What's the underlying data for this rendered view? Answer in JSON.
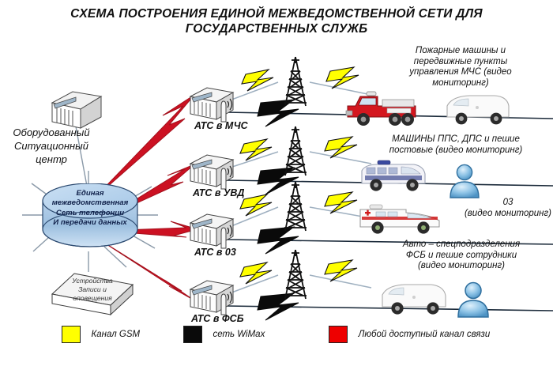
{
  "title": {
    "line1": "СХЕМА ПОСТРОЕНИЯ ЕДИНОЙ   МЕЖВЕДОМСТВЕННОЙ СЕТИ  ДЛЯ",
    "line2": "ГОСУДАРСТВЕННЫХ СЛУЖБ"
  },
  "situation_center": {
    "line1": "Оборудованный",
    "line2": "Ситуационный",
    "line3": "центр"
  },
  "core": {
    "line1": "Единая",
    "line2": "межведомственная",
    "line3": "Сеть телефонии",
    "line4": "И передачи данных"
  },
  "recorder": {
    "line1": "Устройства",
    "line2": "Записи и",
    "line3": "оповещения"
  },
  "exchanges": [
    {
      "label": "АТС в МЧС"
    },
    {
      "label": "АТС в УВД"
    },
    {
      "label": "АТС в 03"
    },
    {
      "label": "АТС в ФСБ"
    }
  ],
  "endpoints": [
    {
      "lines": [
        "Пожарные машины и",
        "передвижные пункты",
        "управления МЧС (видео",
        "мониторинг)"
      ],
      "vehicles": [
        "fire-truck",
        "white-van"
      ]
    },
    {
      "lines": [
        "МАШИНЫ ППС, ДПС и пешие",
        "постовые (видео мониторинг)"
      ],
      "vehicles": [
        "police-van",
        "person"
      ]
    },
    {
      "lines": [
        "03",
        "(видео мониторинг)"
      ],
      "vehicles": [
        "ambulance"
      ]
    },
    {
      "lines": [
        "Авто – спецподразделения",
        "ФСБ и пешие сотрудники",
        "(видео мониторинг)"
      ],
      "vehicles": [
        "white-van",
        "person"
      ]
    }
  ],
  "legend": [
    {
      "label": "Канал GSM",
      "color": "#ffff00"
    },
    {
      "label": "сеть WiMax",
      "color": "#0a0a0a"
    },
    {
      "label": "Любой доступный канал связи",
      "color": "#ee0000"
    }
  ],
  "colors": {
    "gsm": "#ffff00",
    "wimax": "#0a0a0a",
    "any_channel": "#cc1122",
    "core_fill": "#aecbe8",
    "line": "#8a99a8",
    "text": "#111111"
  }
}
